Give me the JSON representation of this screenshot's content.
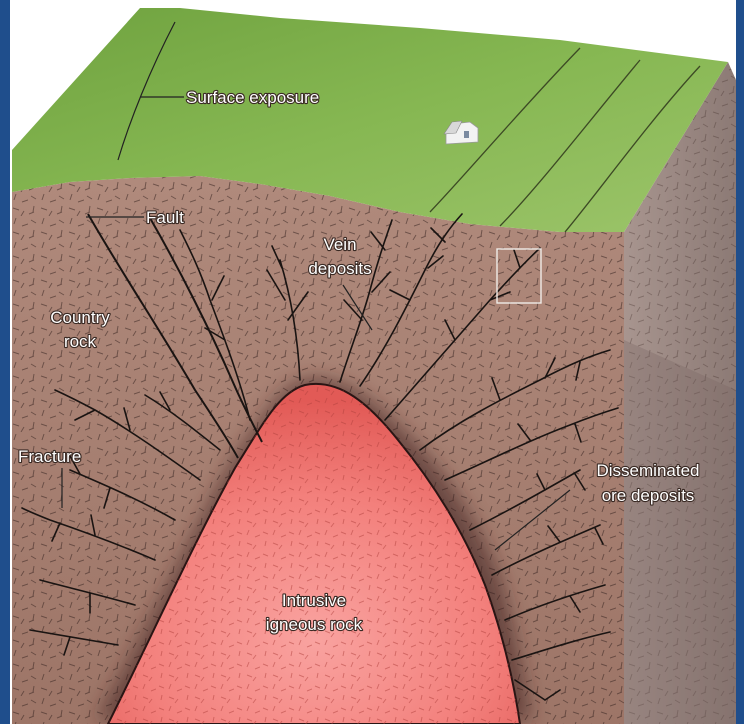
{
  "labels": {
    "surface_exposure": "Surface exposure",
    "fault": "Fault",
    "vein_deposits_1": "Vein",
    "vein_deposits_2": "deposits",
    "country_rock_1": "Country",
    "country_rock_2": "rock",
    "fracture": "Fracture",
    "disseminated_1": "Disseminated",
    "disseminated_2": "ore deposits",
    "intrusive_1": "Intrusive",
    "intrusive_2": "igneous rock"
  },
  "colors": {
    "surface_grass": "#7fb04a",
    "country_rock": "#a88073",
    "side_face": "#9c8a85",
    "intrusion_core": "#f48c8a",
    "intrusion_edge": "#e85d5a",
    "veins": "#1a1412",
    "frame": "#1f4e8c"
  }
}
